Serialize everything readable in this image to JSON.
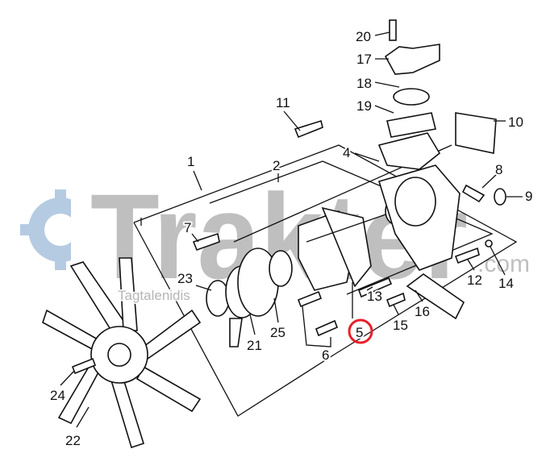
{
  "watermark": {
    "brand": "Trakter",
    "suffix": ".com",
    "author": "Tagtalenidis"
  },
  "highlight_color": "#e8202a",
  "highlighted_part": "5",
  "callouts": [
    "20",
    "17",
    "18",
    "19",
    "11",
    "10",
    "4",
    "1",
    "2",
    "8",
    "9",
    "7",
    "14",
    "12",
    "23",
    "13",
    "16",
    "15",
    "21",
    "25",
    "5",
    "6",
    "24",
    "22"
  ]
}
